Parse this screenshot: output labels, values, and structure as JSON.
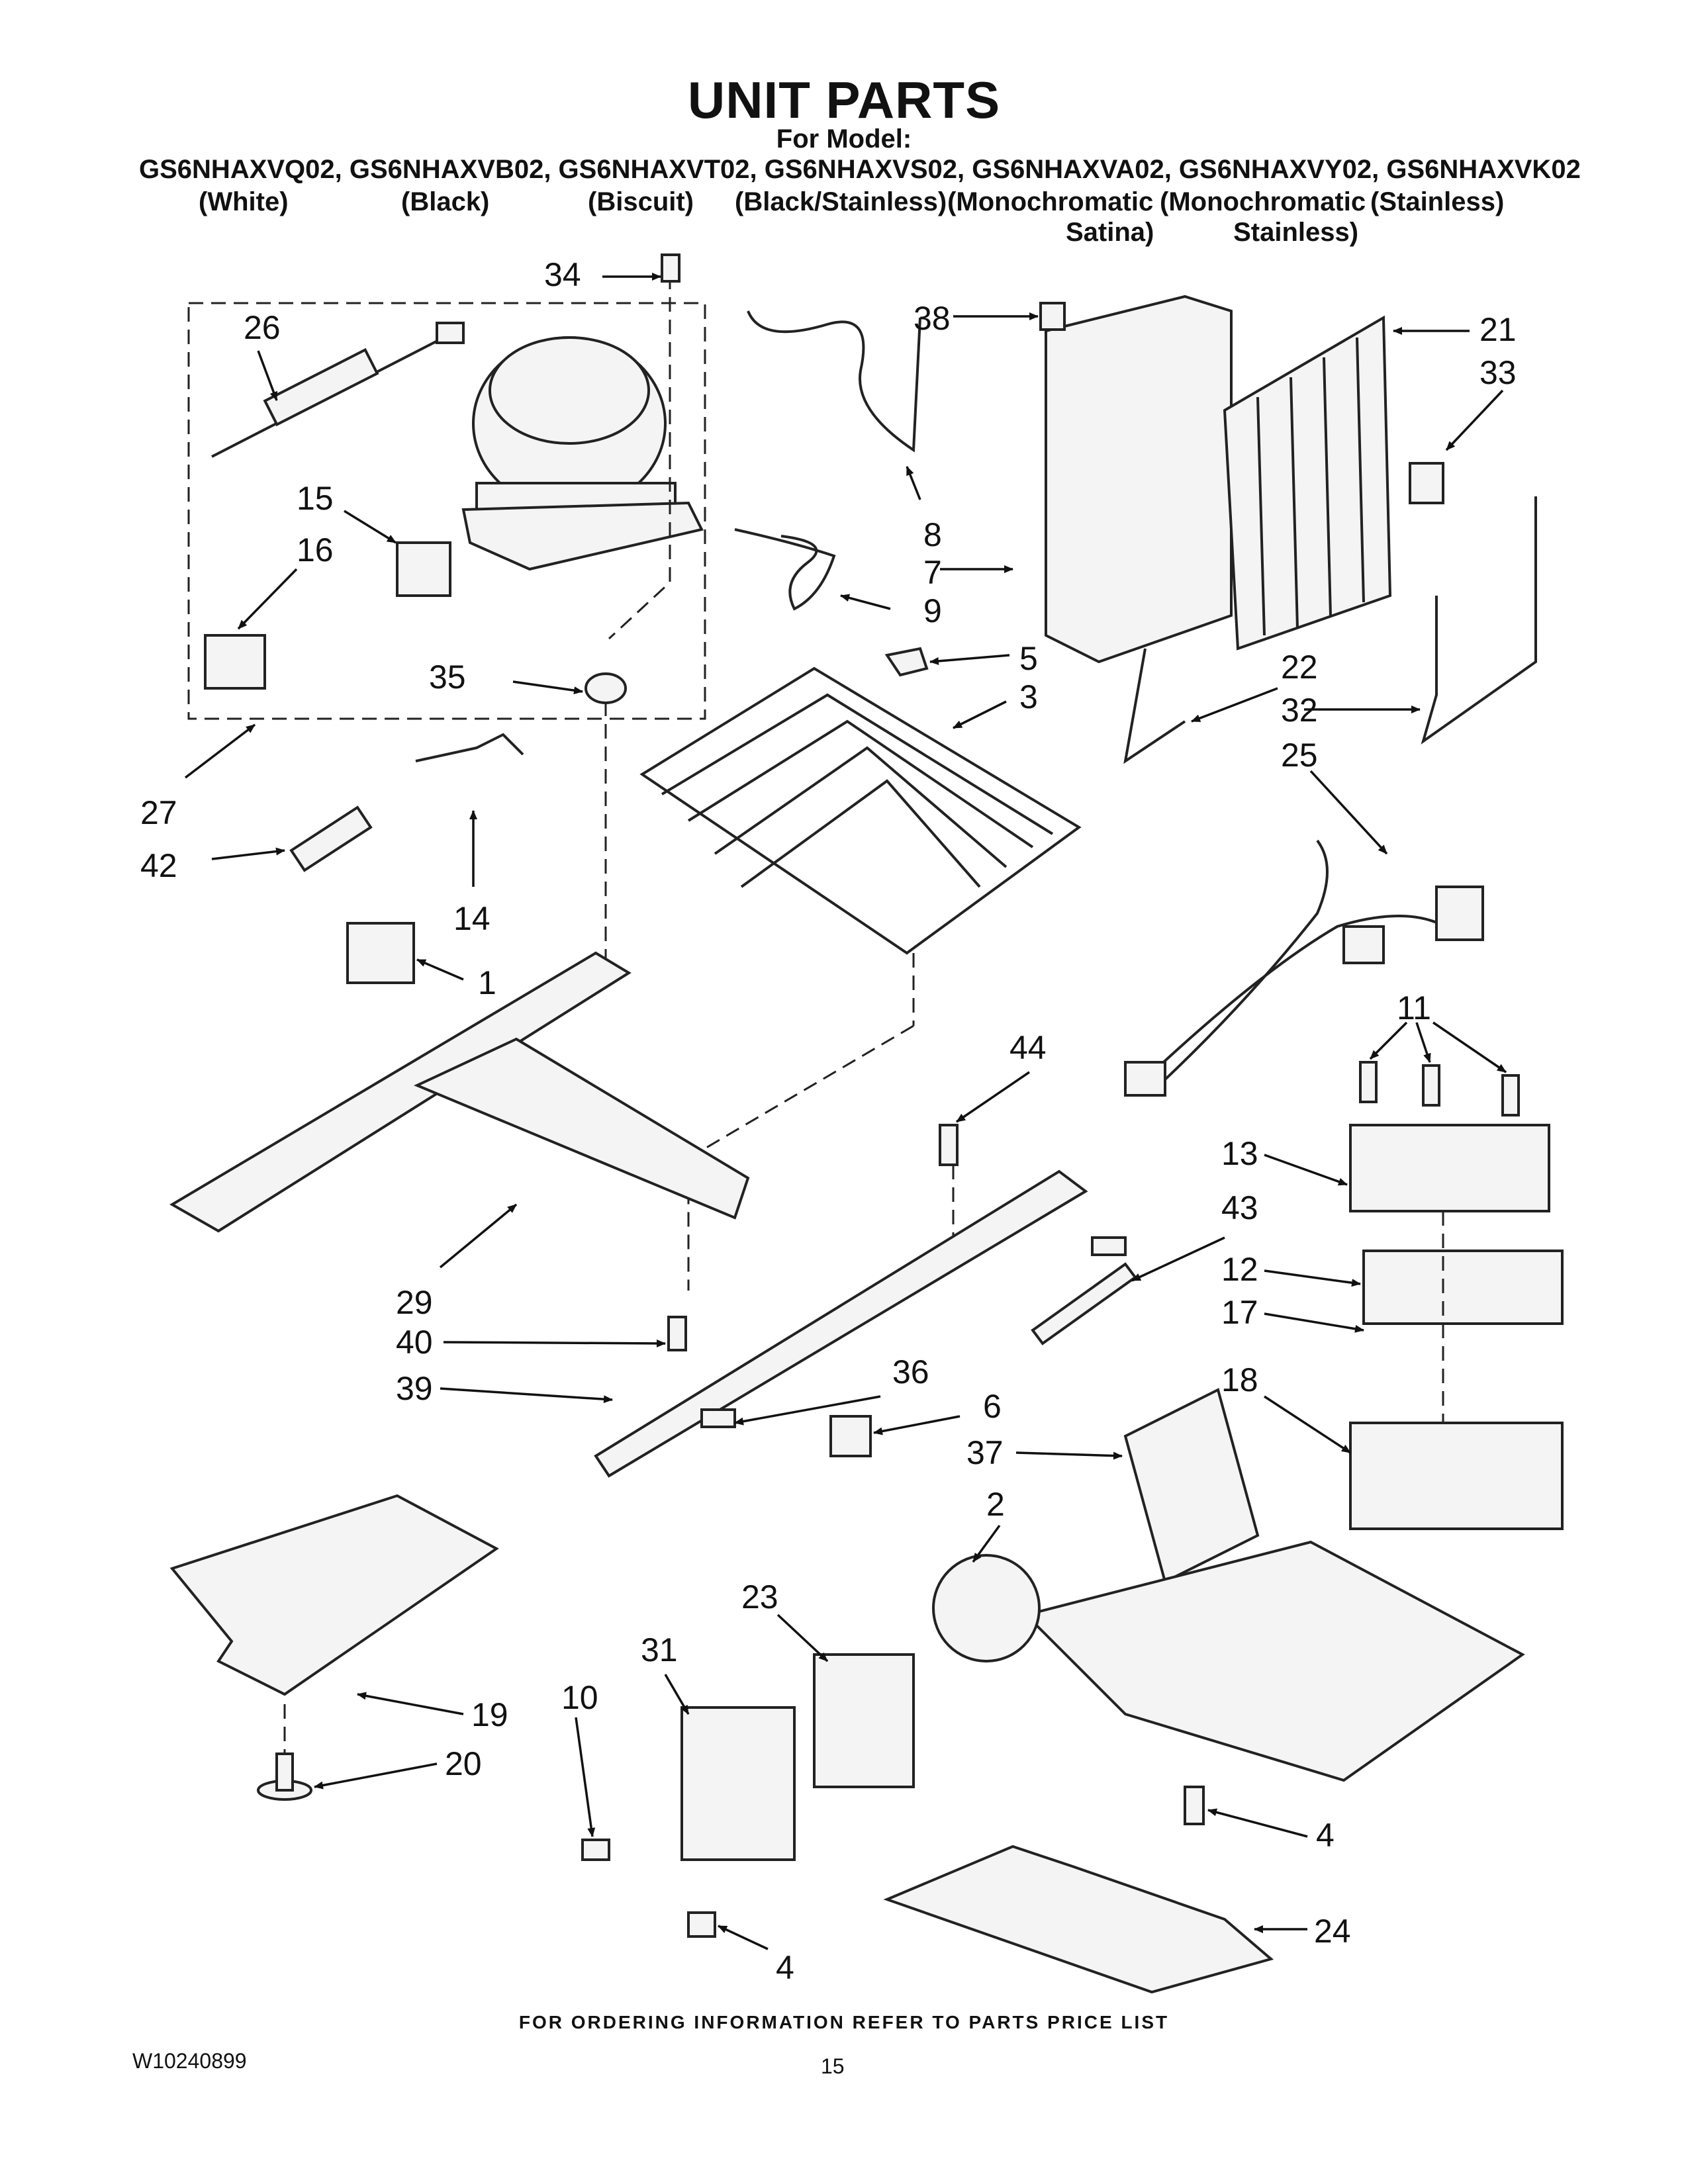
{
  "header": {
    "title": "UNIT PARTS",
    "for_model": "For Model:",
    "models_line": "GS6NHAXVQ02, GS6NHAXVB02, GS6NHAXVT02, GS6NHAXVS02, GS6NHAXVA02, GS6NHAXVY02, GS6NHAXVK02",
    "variants": [
      {
        "line1": "(White)",
        "line2": ""
      },
      {
        "line1": "(Black)",
        "line2": ""
      },
      {
        "line1": "(Biscuit)",
        "line2": ""
      },
      {
        "line1": "(Black/Stainless)",
        "line2": ""
      },
      {
        "line1": "(Monochromatic",
        "line2": "Satina)"
      },
      {
        "line1": "(Monochromatic",
        "line2": "Stainless)"
      },
      {
        "line1": "(Stainless)",
        "line2": ""
      }
    ]
  },
  "callouts": [
    "34",
    "26",
    "15",
    "16",
    "35",
    "27",
    "42",
    "14",
    "1",
    "38",
    "8",
    "7",
    "9",
    "5",
    "3",
    "21",
    "33",
    "22",
    "32",
    "25",
    "11",
    "13",
    "12",
    "17",
    "18",
    "44",
    "43",
    "29",
    "40",
    "39",
    "36",
    "6",
    "37",
    "2",
    "23",
    "31",
    "10",
    "19",
    "20",
    "4",
    "4",
    "24"
  ],
  "footer": {
    "ordering_note": "FOR ORDERING INFORMATION REFER TO PARTS PRICE LIST",
    "doc_number": "W10240899",
    "page_number": "15"
  }
}
